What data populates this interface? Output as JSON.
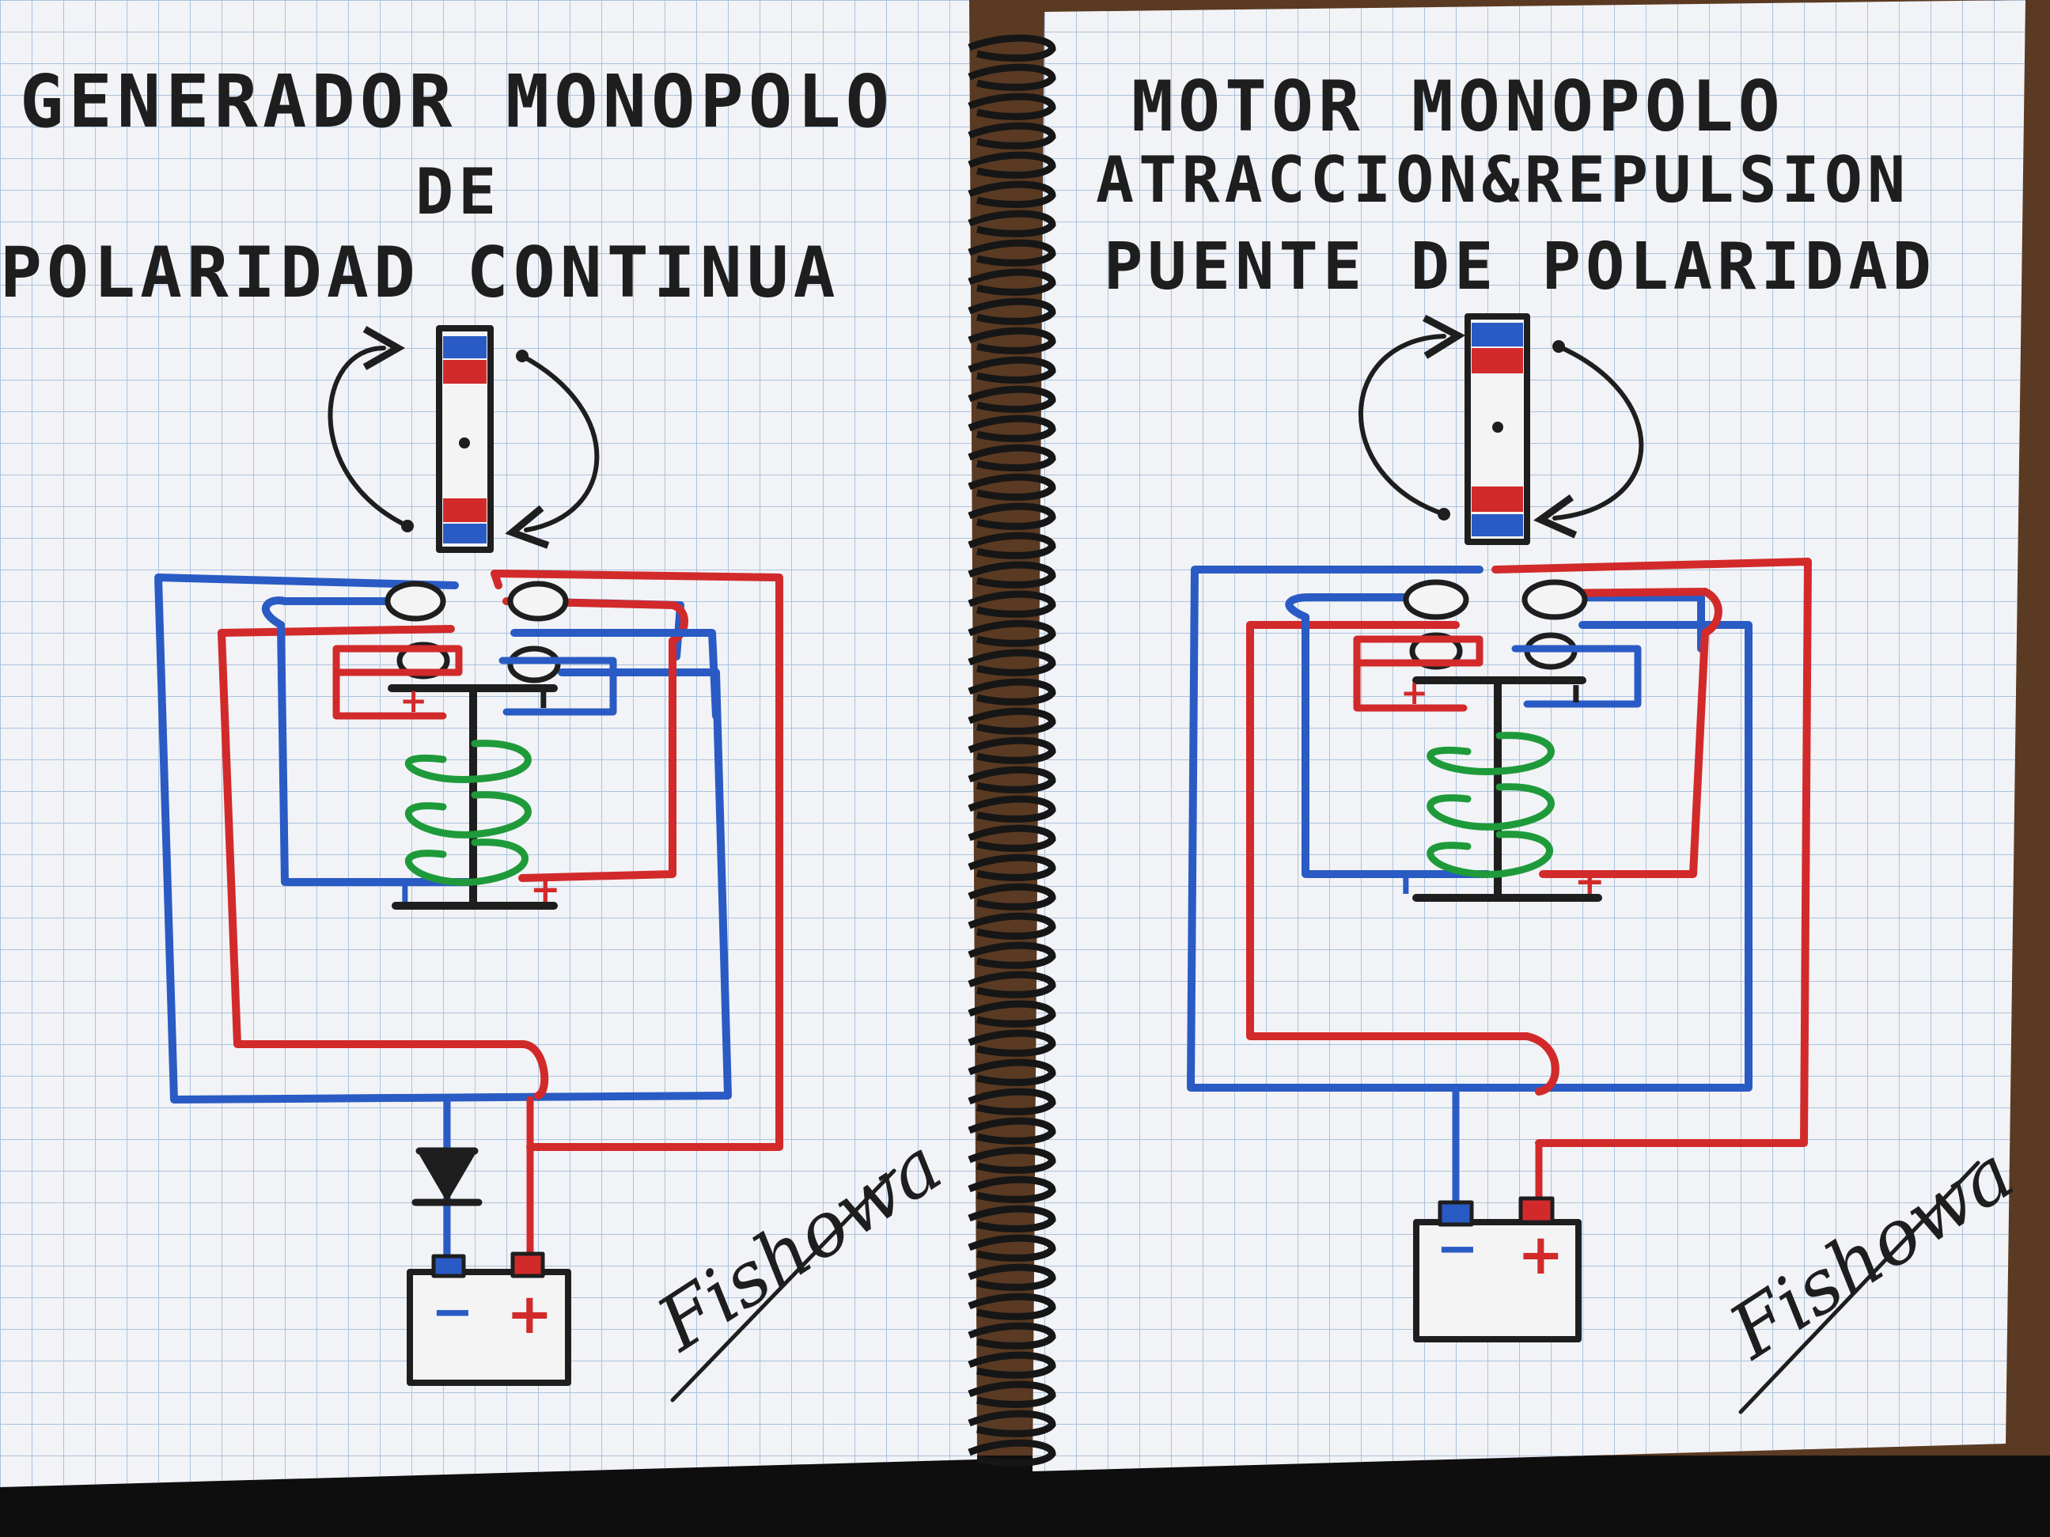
{
  "left_page": {
    "title_line1": "GENERADOR MONOPOLO",
    "title_line2": "DE",
    "title_line3": "POLARIDAD CONTINUA",
    "signature": "Fishowa",
    "battery_minus": "−",
    "battery_plus": "+",
    "coil_plus": "+",
    "coil_minus": "ı",
    "bridge_plus": "+",
    "bridge_minus": "ı"
  },
  "right_page": {
    "title_line1": "MOTOR MONOPOLO",
    "title_line2": "ATRACCION&REPULSION",
    "title_line3": "PUENTE DE POLARIDAD",
    "signature": "Fishowa",
    "battery_minus": "−",
    "battery_plus": "+",
    "coil_plus": "+",
    "coil_minus": "ı",
    "bridge_plus": "+",
    "bridge_minus": "ı"
  },
  "colors": {
    "wire_blue": "#2a5bc4",
    "wire_red": "#d22a2a",
    "coil_green": "#1f9a3a",
    "ink": "#1e1e1e",
    "paper": "#f2f3f6",
    "grid": "#9fb9da"
  }
}
